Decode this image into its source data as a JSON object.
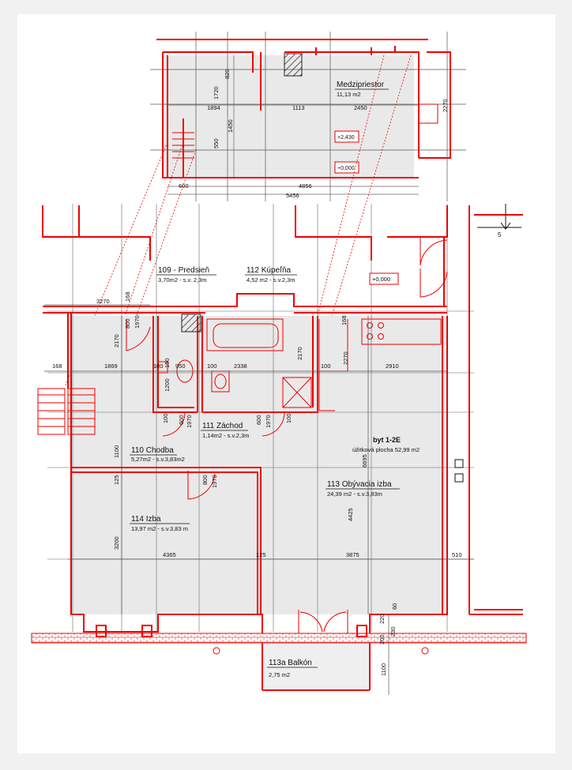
{
  "unit": {
    "name": "byt 1-2E",
    "area": "úžitková plocha 52,99 m2"
  },
  "rooms": {
    "medzipriestor": {
      "name": "Medzipriestor",
      "area": "11,13 m2"
    },
    "predsien": {
      "name": "109 - Predsieň",
      "area": "3,70m2 - s.v. 2,3m"
    },
    "kupelna": {
      "name": "112 Kúpeľňa",
      "area": "4,52 m2 - s.v.2,3m"
    },
    "zachod": {
      "name": "111 Záchod",
      "area": "1,14m2 - s.v.2,3m"
    },
    "chodba": {
      "name": "110 Chodba",
      "area": "5,27m2 - s.v.3,83m2"
    },
    "obyvacia": {
      "name": "113 Obývacia izba",
      "area": "24,39 m2 - s.v.3,83m"
    },
    "izba": {
      "name": "114 Izba",
      "area": "13,97 m2 - s.v.3,83 m"
    },
    "balkon": {
      "name": "113a Balkón",
      "area": "2,75 m2"
    }
  },
  "levels": {
    "upper_a": "+2,430",
    "upper_b": "+0,000",
    "entry": "+0,000"
  },
  "stairs_label": "5",
  "dimensions": {
    "d820": "820",
    "d1720": "1720",
    "d1450": "1450",
    "d550": "550",
    "d1894": "1894",
    "d1113": "1113",
    "d2450": "2450",
    "d2270a": "2270",
    "d600a": "600",
    "d4856": "4856",
    "d5456": "5456",
    "d3270": "3270",
    "d168a": "168",
    "d800a": "800",
    "d1970a": "1970",
    "d2170a": "2170",
    "d168b": "168",
    "d1869": "1869",
    "d100a": "100",
    "d100b": "100",
    "d100c": "100",
    "d950": "950",
    "d2338": "2338",
    "d2170b": "2170",
    "d2270b": "2270",
    "d2910": "2910",
    "d168c": "168",
    "d150": "150",
    "d1200": "1200",
    "d100d": "100",
    "d600b": "600",
    "d1970b": "1970",
    "d600c": "600",
    "d1970c": "1970",
    "d100e": "100",
    "d1100a": "1100",
    "d6695": "6695",
    "d125a": "125",
    "d800b": "800",
    "d1970d": "1970",
    "d4425": "4425",
    "d3200": "3200",
    "d4365": "4365",
    "d125b": "125",
    "d3875": "3875",
    "d510": "510",
    "d220": "220",
    "d60": "60",
    "d200": "200",
    "d230": "230",
    "d1100b": "1100"
  }
}
